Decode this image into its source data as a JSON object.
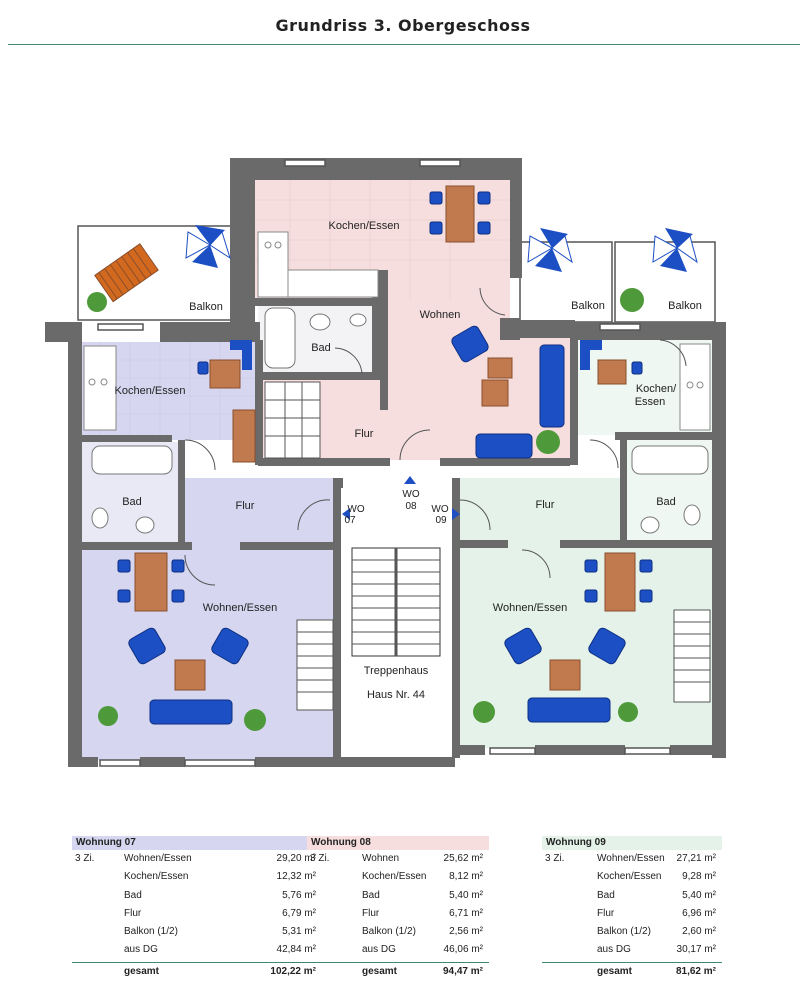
{
  "title": "Grundriss 3. Obergeschoss",
  "colors": {
    "unit07": "#d6d6f0",
    "unit08": "#f6dede",
    "unit09": "#e4f2ea",
    "wall": "#6a6a6a",
    "accent": "#3c8a6a",
    "furniture_blue": "#1d4fc4",
    "furniture_brown": "#c07a4e"
  },
  "rooms": {
    "kochen_essen_08": "Kochen/Essen",
    "wohnen_08": "Wohnen",
    "bad_08": "Bad",
    "flur_08": "Flur",
    "balkon_07": "Balkon",
    "balkon_08": "Balkon",
    "balkon_09": "Balkon",
    "kochen_essen_07": "Kochen/Essen",
    "bad_07": "Bad",
    "flur_07": "Flur",
    "wohnen_essen_07": "Wohnen/Essen",
    "kochen_09_l1": "Kochen/",
    "kochen_09_l2": "Essen",
    "bad_09": "Bad",
    "flur_09": "Flur",
    "wohnen_essen_09": "Wohnen/Essen",
    "treppenhaus": "Treppenhaus",
    "haus_nr": "Haus Nr. 44"
  },
  "entrances": {
    "wo07_a": "WO",
    "wo07_b": "07",
    "wo08_a": "WO",
    "wo08_b": "08",
    "wo09_a": "WO",
    "wo09_b": "09"
  },
  "tables": [
    {
      "header": "Wohnung 07",
      "zi": "3 Zi.",
      "rows": [
        [
          "Wohnen/Essen",
          "29,20 m²"
        ],
        [
          "Kochen/Essen",
          "12,32 m²"
        ],
        [
          "Bad",
          "5,76 m²"
        ],
        [
          "Flur",
          "6,79 m²"
        ],
        [
          "Balkon (1/2)",
          "5,31 m²"
        ],
        [
          "aus DG",
          "42,84 m²"
        ]
      ],
      "total_label": "gesamt",
      "total": "102,22 m²"
    },
    {
      "header": "Wohnung 08",
      "zi": "3 Zi.",
      "rows": [
        [
          "Wohnen",
          "25,62 m²"
        ],
        [
          "Kochen/Essen",
          "8,12 m²"
        ],
        [
          "Bad",
          "5,40 m²"
        ],
        [
          "Flur",
          "6,71 m²"
        ],
        [
          "Balkon (1/2)",
          "2,56 m²"
        ],
        [
          "aus DG",
          "46,06 m²"
        ]
      ],
      "total_label": "gesamt",
      "total": "94,47 m²"
    },
    {
      "header": "Wohnung 09",
      "zi": "3 Zi.",
      "rows": [
        [
          "Wohnen/Essen",
          "27,21 m²"
        ],
        [
          "Kochen/Essen",
          "9,28 m²"
        ],
        [
          "Bad",
          "5,40 m²"
        ],
        [
          "Flur",
          "6,96 m²"
        ],
        [
          "Balkon (1/2)",
          "2,60 m²"
        ],
        [
          "aus DG",
          "30,17 m²"
        ]
      ],
      "total_label": "gesamt",
      "total": "81,62 m²"
    }
  ]
}
